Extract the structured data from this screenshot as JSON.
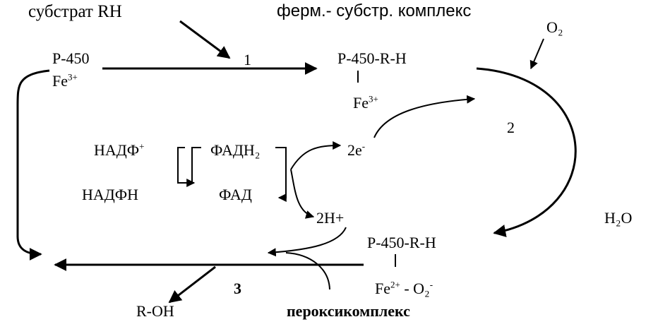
{
  "labels": {
    "substrate": "субстрат  RH",
    "es_complex": "ферм.- субстр. комплекс",
    "o2": "O₂",
    "p450_left": "P-450",
    "fe_left": "Fe",
    "fe_left_charge": "3+",
    "step1": "1",
    "p450rh_top": "P-450-R-H",
    "fe_top": "Fe",
    "fe_top_charge": "3+",
    "step2": "2",
    "nadp_plus": "НАДФ",
    "nadp_plus_charge": "+",
    "nadph": "НАДФН",
    "fadh2": "ФАДН₂",
    "fad": "ФАД",
    "two_e": "2e",
    "two_e_charge": "-",
    "two_h": "2H+",
    "h2o": "H₂O",
    "p450rh_bottom": "P-450-R-H",
    "fe2_o2": "Fe",
    "fe2_charge": "2+",
    "o2_part": " - O₂",
    "o2_charge": "-",
    "step3": "3",
    "r_oh": "R-OH",
    "peroxicomplex": "пероксикомплекс"
  }
}
